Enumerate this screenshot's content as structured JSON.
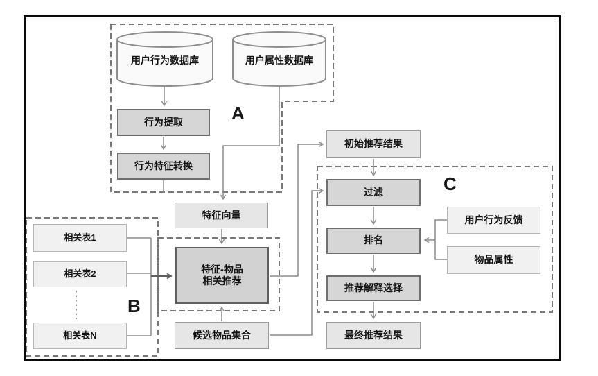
{
  "diagram": {
    "groups": {
      "a": {
        "label": "A"
      },
      "b": {
        "label": "B"
      },
      "c": {
        "label": "C"
      }
    },
    "nodes": {
      "user_behavior_db": "用户行为数据库",
      "user_attribute_db": "用户属性数据库",
      "behavior_extraction": "行为提取",
      "behavior_feature_conversion": "行为特征转换",
      "feature_vector": "特征向量",
      "related_table_1": "相关表1",
      "related_table_2": "相关表2",
      "related_table_n": "相关表N",
      "feature_item_recommendation": "特征-物品\n相关推荐",
      "candidate_item_set": "候选物品集合",
      "initial_recommendation_results": "初始推荐结果",
      "filter": "过滤",
      "ranking": "排名",
      "user_behavior_feedback": "用户行为反馈",
      "item_attributes": "物品属性",
      "recommendation_explanation_selection": "推荐解释选择",
      "final_recommendation_results": "最终推荐结果"
    },
    "colors": {
      "frame_border": "#0a0a0a",
      "process_box_fill": "#d6d6d6",
      "process_box_border": "#6f6f6f",
      "result_box_fill": "#e6e6e6",
      "result_box_border": "#9d9d9d",
      "light_box_fill": "#f1f1f1",
      "light_box_border": "#b6b6b6",
      "cylinder_fill": "#fafafa",
      "cylinder_border": "#8e8e8e",
      "dashed_group_border": "#787878",
      "connector": "#8c8c8c",
      "text": "#141414"
    }
  }
}
